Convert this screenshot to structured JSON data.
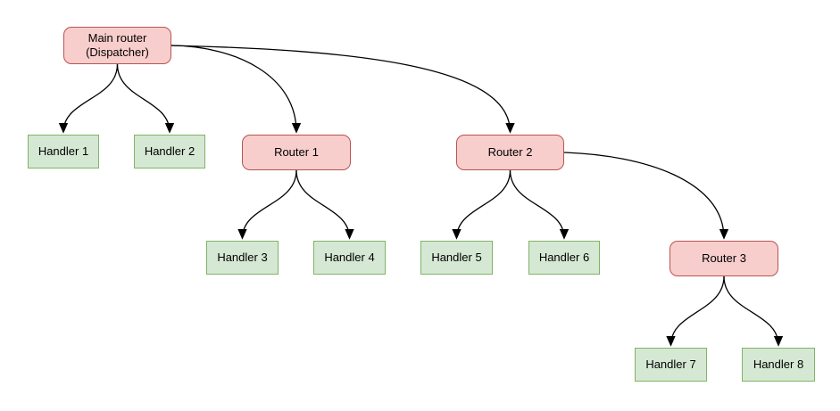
{
  "diagram": {
    "nodes": {
      "main": {
        "label": "Main router\n(Dispatcher)",
        "type": "router"
      },
      "h1": {
        "label": "Handler 1",
        "type": "handler"
      },
      "h2": {
        "label": "Handler 2",
        "type": "handler"
      },
      "r1": {
        "label": "Router 1",
        "type": "router"
      },
      "r2": {
        "label": "Router 2",
        "type": "router"
      },
      "h3": {
        "label": "Handler 3",
        "type": "handler"
      },
      "h4": {
        "label": "Handler 4",
        "type": "handler"
      },
      "h5": {
        "label": "Handler 5",
        "type": "handler"
      },
      "h6": {
        "label": "Handler 6",
        "type": "handler"
      },
      "r3": {
        "label": "Router 3",
        "type": "router"
      },
      "h7": {
        "label": "Handler 7",
        "type": "handler"
      },
      "h8": {
        "label": "Handler 8",
        "type": "handler"
      }
    },
    "edges": [
      {
        "from": "main",
        "to": "h1"
      },
      {
        "from": "main",
        "to": "h2"
      },
      {
        "from": "main",
        "to": "r1"
      },
      {
        "from": "main",
        "to": "r2"
      },
      {
        "from": "r1",
        "to": "h3"
      },
      {
        "from": "r1",
        "to": "h4"
      },
      {
        "from": "r2",
        "to": "h5"
      },
      {
        "from": "r2",
        "to": "h6"
      },
      {
        "from": "r2",
        "to": "r3"
      },
      {
        "from": "r3",
        "to": "h7"
      },
      {
        "from": "r3",
        "to": "h8"
      }
    ],
    "colors": {
      "router_fill": "#f8cecc",
      "router_border": "#b85450",
      "handler_fill": "#d5e8d4",
      "handler_border": "#82b366",
      "edge": "#000000",
      "text": "#000000",
      "background": "#ffffff"
    }
  }
}
